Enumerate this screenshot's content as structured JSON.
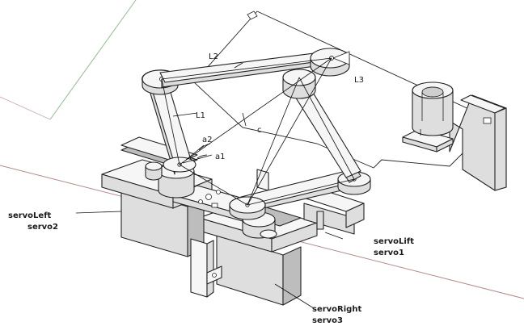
{
  "labels": {
    "L1": "L1",
    "L2": "L2",
    "L3": "L3",
    "c": "c",
    "a1": "a1",
    "a2": "a2",
    "servo_left_line1": "servoLeft",
    "servo_left_line2": "servo2",
    "servo_lift_line1": "servoLift",
    "servo_lift_line2": "servo1",
    "servo_right_line1": "servoRight",
    "servo_right_line2": "servo3"
  },
  "colors": {
    "background": "#ffffff",
    "part_top": "#f6f6f6",
    "part_side": "#dedede",
    "part_shadow": "#bdbdbd",
    "edge": "#222222",
    "axis_green": "#7fb07f",
    "axis_red": "#a07070"
  }
}
